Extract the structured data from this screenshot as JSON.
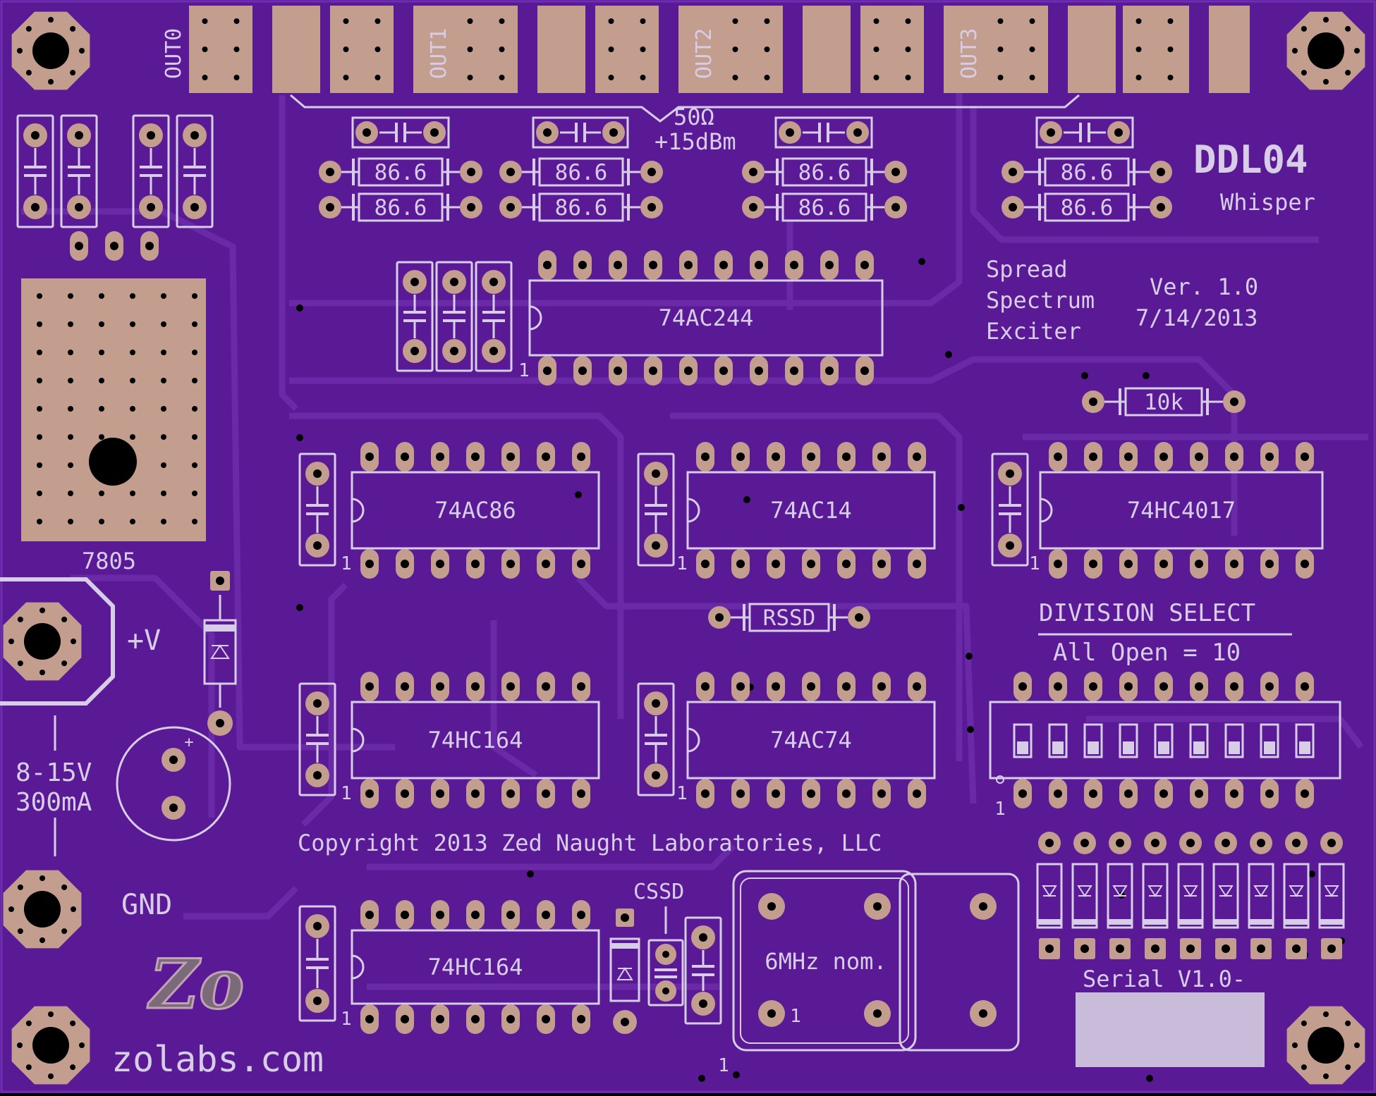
{
  "board": {
    "name": "DDL04",
    "subtitle": "Whisper",
    "description_lines": [
      "Spread",
      "Spectrum",
      "Exciter"
    ],
    "version": "Ver. 1.0",
    "date": "7/14/2013",
    "copyright": "Copyright 2013 Zed Naught Laboratories, LLC",
    "website": "zolabs.com",
    "logo_text": "Zo"
  },
  "outputs": {
    "labels": [
      "OUT0",
      "OUT1",
      "OUT2",
      "OUT3"
    ],
    "impedance": "50Ω",
    "level": "+15dBm"
  },
  "resistors": {
    "output_value": "86.6",
    "pullup_value": "10k",
    "rssd_label": "RSSD"
  },
  "chips": [
    {
      "id": "u-74ac244",
      "label": "74AC244"
    },
    {
      "id": "u-74ac86",
      "label": "74AC86"
    },
    {
      "id": "u-74ac14",
      "label": "74AC14"
    },
    {
      "id": "u-74hc4017",
      "label": "74HC4017"
    },
    {
      "id": "u-74hc164-a",
      "label": "74HC164"
    },
    {
      "id": "u-74ac74",
      "label": "74AC74"
    },
    {
      "id": "u-74hc164-b",
      "label": "74HC164"
    }
  ],
  "pin1_marker": "1",
  "regulator": "7805",
  "power": {
    "plus_label": "+V",
    "range": "8-15V",
    "current": "300mA",
    "ground_label": "GND"
  },
  "division_select": {
    "title": "DIVISION SELECT",
    "subtitle": "All Open = 10",
    "pin1": "1"
  },
  "cssd_label": "CSSD",
  "oscillator": {
    "label": "6MHz nom.",
    "pin1": "1"
  },
  "serial_label": "Serial V1.0-",
  "colors": {
    "board": "#5a1a96",
    "trace": "#6a2aa8",
    "copper": "#c39d8e",
    "silk": "#d8cde6",
    "drill": "#000000"
  }
}
